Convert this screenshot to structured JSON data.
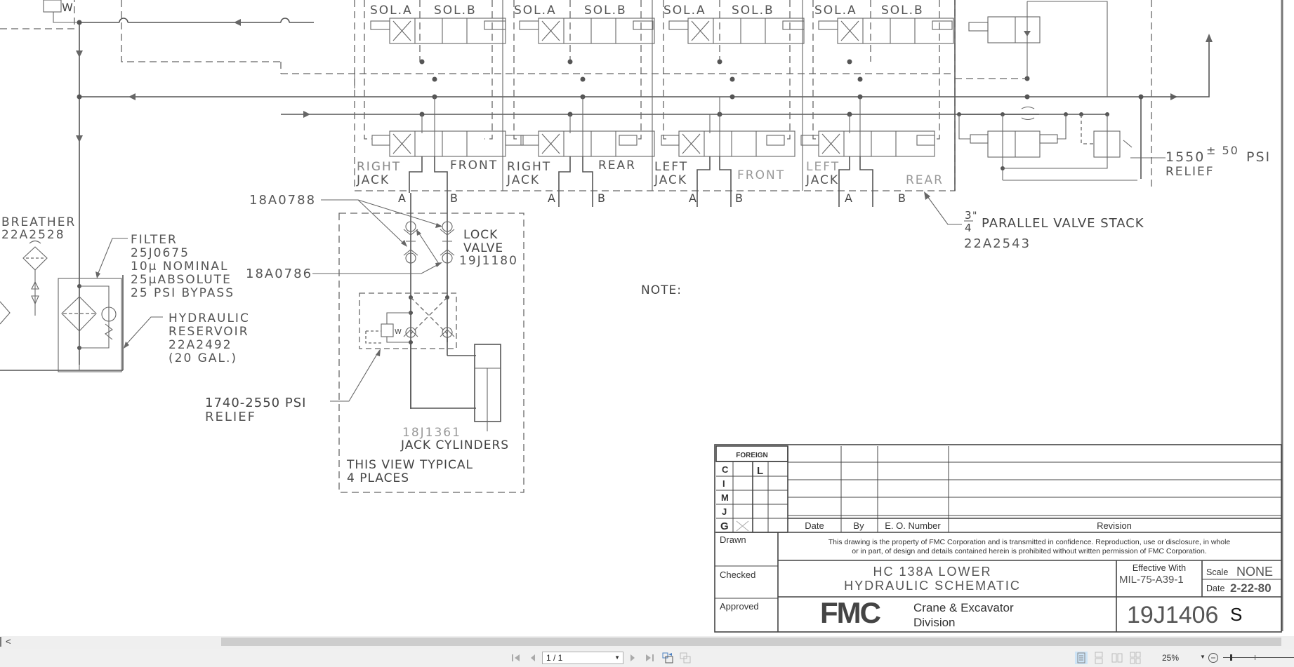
{
  "drawing": {
    "tank_labels": {
      "breather": [
        "BREATHER",
        "22A2528"
      ],
      "filter": [
        "FILTER",
        "25J0675",
        "10µ NOMINAL",
        "25µABSOLUTE",
        "25 PSI BYPASS"
      ],
      "reservoir": [
        "HYDRAULIC",
        "RESERVOIR",
        "22A2492",
        "(20 GAL.)"
      ]
    },
    "valve_sections": [
      {
        "sol_a": "SOL.A",
        "sol_b": "SOL.B",
        "side": "RIGHT",
        "jack": "JACK",
        "position": "FRONT",
        "port_a": "A",
        "port_b": "B"
      },
      {
        "sol_a": "SOL.A",
        "sol_b": "SOL.B",
        "side": "RIGHT",
        "jack": "JACK",
        "position": "REAR",
        "port_a": "A",
        "port_b": "B"
      },
      {
        "sol_a": "SOL.A",
        "sol_b": "SOL.B",
        "side": "LEFT",
        "jack": "JACK",
        "position": "FRONT",
        "port_a": "A",
        "port_b": "B"
      },
      {
        "sol_a": "SOL.A",
        "sol_b": "SOL.B",
        "side": "LEFT",
        "jack": "JACK",
        "position": "REAR",
        "port_a": "A",
        "port_b": "B"
      }
    ],
    "relief_main": {
      "value": "1550",
      "tolerance": "± 50",
      "unit": "PSI",
      "label": "RELIEF"
    },
    "valve_stack": {
      "size_num": "3",
      "size_den": "4",
      "inch": "\"",
      "label": "PARALLEL VALVE STACK",
      "part": "22A2543"
    },
    "detail": {
      "part_check_a": "18A0788",
      "part_check_b": "18A0786",
      "lock_valve": [
        "LOCK",
        "VALVE",
        "19J1180"
      ],
      "relief": [
        "1740-2550 PSI",
        "RELIEF"
      ],
      "cylinder_part": "18J1361",
      "cylinder_label": "JACK CYLINDERS",
      "typical_note": [
        "THIS VIEW TYPICAL",
        "4 PLACES"
      ]
    },
    "note": "NOTE:"
  },
  "title_block": {
    "foreign_header": "FOREIGN",
    "foreign_rows": [
      "C",
      "I",
      "M",
      "J",
      "G"
    ],
    "foreign_l": "L",
    "revision_headers": {
      "date": "Date",
      "by": "By",
      "eo": "E. O. Number",
      "revision": "Revision"
    },
    "drawn": "Drawn",
    "checked": "Checked",
    "approved": "Approved",
    "property_notice_1": "This drawing is the property of FMC Corporation and is transmitted in confidence. Reproduction, use or disclosure, in whole",
    "property_notice_2": "or in part, of design and details contained herein is prohibited without written permission of FMC Corporation.",
    "title_line_1": "HC 138A LOWER",
    "title_line_2": "HYDRAULIC SCHEMATIC",
    "effective_with_label": "Effective With",
    "effective_with_value": "MIL-75-A39-1",
    "scale_label": "Scale",
    "scale_value": "NONE",
    "date_label": "Date",
    "date_value": "2-22-80",
    "logo": "FMC",
    "division_1": "Crane & Excavator",
    "division_2": "Division",
    "drawing_number": "19J1406",
    "size_letter": "S"
  },
  "viewer": {
    "page_field": "1 / 1",
    "zoom": "25%",
    "scroll_left": "<"
  }
}
